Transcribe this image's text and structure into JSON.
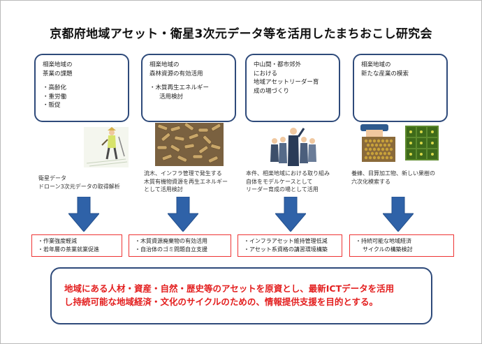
{
  "title": "京都府地域アセット・衛星3次元データ等を活用したまちおこし研究会",
  "boxes": [
    {
      "line1": "相楽地域の",
      "line2": "茶業の課題",
      "bullets": [
        "・高齢化",
        "・重労働",
        "・販促"
      ]
    },
    {
      "line1": "相楽地域の",
      "line2": "森林資源の有効活用",
      "bullet1": "・木質再生エネルギー",
      "bullet2": "活用検討"
    },
    {
      "line1": "中山間・都市郊外",
      "line2": "における",
      "line3": "地域アセットリーダー育",
      "line4": "成の場づくり"
    },
    {
      "line1": "相楽地域の",
      "line2": "新たな産業の模索"
    }
  ],
  "descriptions": [
    {
      "line1": "衛星データ",
      "line2": "ドローン3次元データの取得解析"
    },
    {
      "line1": "流木、インフラ管理で発生する",
      "line2": "木質有機物資源を再生エネルギー",
      "line3": "として活用検討"
    },
    {
      "line1": "本件、相楽地域における取り組み",
      "line2": "自体をモデルケースとして",
      "line3": "リーダー育成の場として活用"
    },
    {
      "line1": "養蜂、目算加工物、新しい果樹の",
      "line2": "六次化模索する"
    }
  ],
  "results": [
    {
      "line1": "・作業強度軽減",
      "line2": "・若年層の茶業就業促進"
    },
    {
      "line1": "・木質資源廃棄物の有効活用",
      "line2": "・自治体のゴミ問題自立支援"
    },
    {
      "line1": "・インフラアセット維持管理低減",
      "line2": "・アセット系資格の講習環境構築"
    },
    {
      "line1": "・持続可能な地域経済",
      "line2": "サイクルの構築検討"
    }
  ],
  "summary": {
    "line1": "地域にある人材・資産・自然・歴史等のアセットを原資とし、最新ICTデータを活用",
    "line2": "し持続可能な地域経済・文化のサイクルのための、情報提供支援を目的とする。"
  },
  "colors": {
    "box_border": "#2e4a7a",
    "arrow": "#2f62a8",
    "result_border": "#e33333",
    "summary_text": "#e31e1e"
  }
}
